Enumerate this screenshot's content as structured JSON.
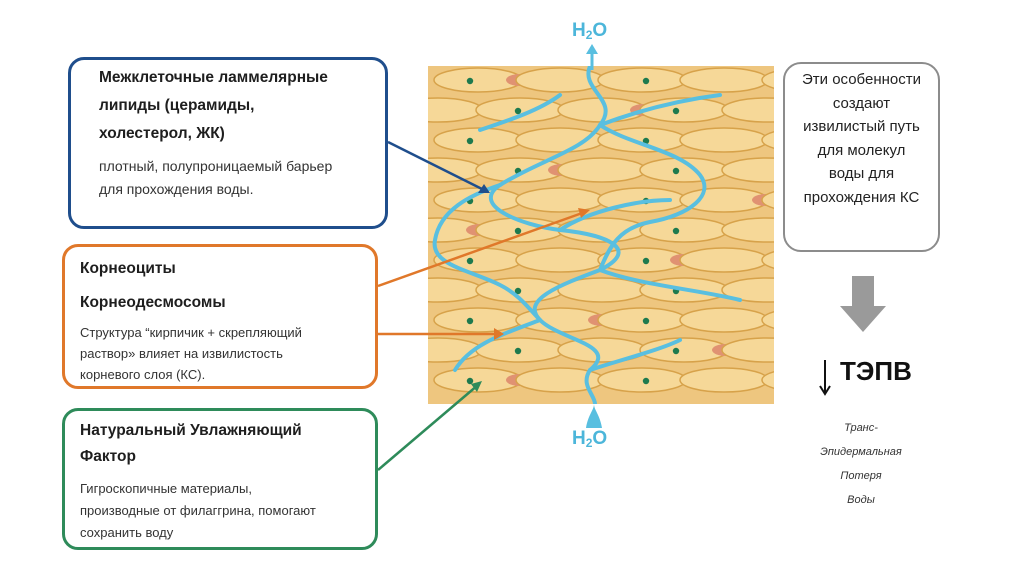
{
  "boxes": {
    "lipids": {
      "title_line1": "Межклеточные ламмелярные",
      "title_line2": "липиды (церамиды,",
      "title_line3": "холестерол, ЖК)",
      "desc_line1": "плотный, полупроницаемый барьер",
      "desc_line2": "для прохождения воды."
    },
    "corneocytes": {
      "title1": "Корнеоциты",
      "title2": "Корнеодесмосомы",
      "desc_line1": "Структура “кирпичик + скрепляющий",
      "desc_line2": "раствор» влияет на извилистость",
      "desc_line3": "корневого слоя (КС)."
    },
    "nmf": {
      "title_line1": "Натуральный Увлажняющий",
      "title_line2": "Фактор",
      "desc_line1": "Гигроскопичные материалы,",
      "desc_line2": "производные от филаггрина, помогают",
      "desc_line3": "сохранить воду"
    },
    "features": {
      "line1": "Эти особенности",
      "line2": "создают",
      "line3": "извилистый путь",
      "line4": "для молекул",
      "line5": "воды для",
      "line6": "прохождения КС"
    }
  },
  "h2o": {
    "top": {
      "main": "H",
      "sub": "2",
      "tail": "O"
    },
    "bottom": {
      "main": "H",
      "sub": "2",
      "tail": "O"
    }
  },
  "tepv": {
    "label": "ТЭПВ",
    "explain1": "Транс-",
    "explain2": "Эпидермальная",
    "explain3": "Потеря",
    "explain4": "Воды"
  },
  "colors": {
    "blue_border": "#1f4e8c",
    "orange_border": "#e0782a",
    "green_border": "#2e8b5a",
    "water": "#4cb6da",
    "cell": "#f6d898",
    "cell_edge": "#d7a24a",
    "desmosome": "#e09272",
    "dot": "#1e7a4e"
  },
  "icons": [
    "down-arrow-icon",
    "tepv-down-arrow-icon",
    "water-up-arrow-icon"
  ]
}
